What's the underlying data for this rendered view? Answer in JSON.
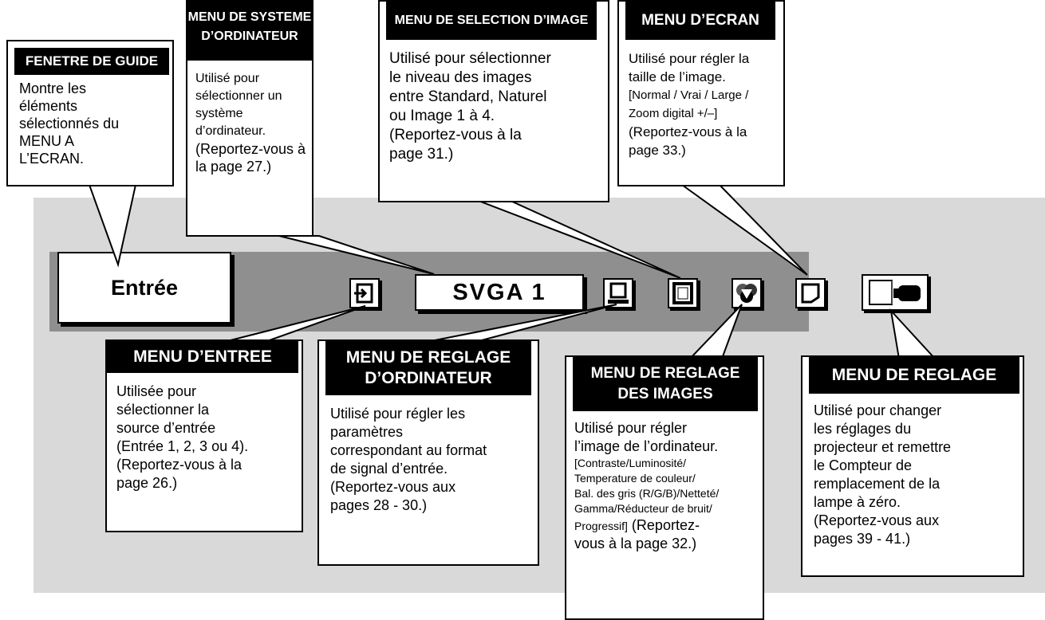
{
  "menubar": {
    "guide_window_text": "Entrée",
    "system_display_text": "SVGA 1",
    "icons": [
      "input-menu-icon",
      "computer-adjust-icon",
      "image-select-icon",
      "image-adjust-icon",
      "screen-icon",
      "setting-icon"
    ]
  },
  "callouts": {
    "guide": {
      "title": "FENETRE DE GUIDE",
      "lines": [
        "Montre les",
        "éléments",
        "sélectionnés du",
        "MENU A",
        "L’ECRAN."
      ]
    },
    "system": {
      "title_lines": [
        "MENU DE SYSTEME",
        "D’ORDINATEUR"
      ],
      "lines": [
        "Utilisé pour",
        "sélectionner un",
        "système d’ordinateur.",
        "(Reportez-vous à",
        "la page 27.)"
      ]
    },
    "image_select": {
      "title": "MENU DE SELECTION D’IMAGE",
      "lines": [
        "Utilisé pour sélectionner",
        "le niveau des images",
        "entre Standard, Naturel",
        "ou Image 1 à 4.",
        "(Reportez-vous à la",
        "page 31.)"
      ]
    },
    "screen": {
      "title": "MENU D’ECRAN",
      "lines": [
        "Utilisé pour régler la",
        "taille de l’image.",
        "[Normal / Vrai / Large /",
        "Zoom digital +/–]",
        "(Reportez-vous à la",
        "page 33.)"
      ]
    },
    "input": {
      "title": "MENU D’ENTREE",
      "lines": [
        "Utilisée pour",
        "sélectionner la",
        "source d’entrée",
        "(Entrée 1, 2, 3 ou 4).",
        "(Reportez-vous à la",
        "page 26.)"
      ]
    },
    "computer_adjust": {
      "title_lines": [
        "MENU DE REGLAGE",
        "D’ORDINATEUR"
      ],
      "lines": [
        "Utilisé pour régler les",
        "paramètres",
        "correspondant au format",
        "de signal d’entrée.",
        "(Reportez-vous aux",
        "pages 28 - 30.)"
      ]
    },
    "image_adjust": {
      "title_lines": [
        "MENU DE REGLAGE",
        "DES IMAGES"
      ],
      "lines_large": [
        "Utilisé pour régler",
        "l’image de l’ordinateur."
      ],
      "lines_small": [
        "[Contraste/Luminosité/",
        "Temperature de couleur/",
        "Bal. des gris (R/G/B)/Netteté/",
        "Gamma/Réducteur de bruit/"
      ],
      "last_small": "Progressif]",
      "last_large": " (Reportez-",
      "tail": "vous à la page 32.)"
    },
    "setting": {
      "title": "MENU DE REGLAGE",
      "lines": [
        "Utilisé pour changer",
        "les réglages du",
        "projecteur et remettre",
        "le Compteur de",
        "remplacement de la",
        "lampe à zéro.",
        "(Reportez-vous aux",
        "pages 39 - 41.)"
      ]
    }
  }
}
